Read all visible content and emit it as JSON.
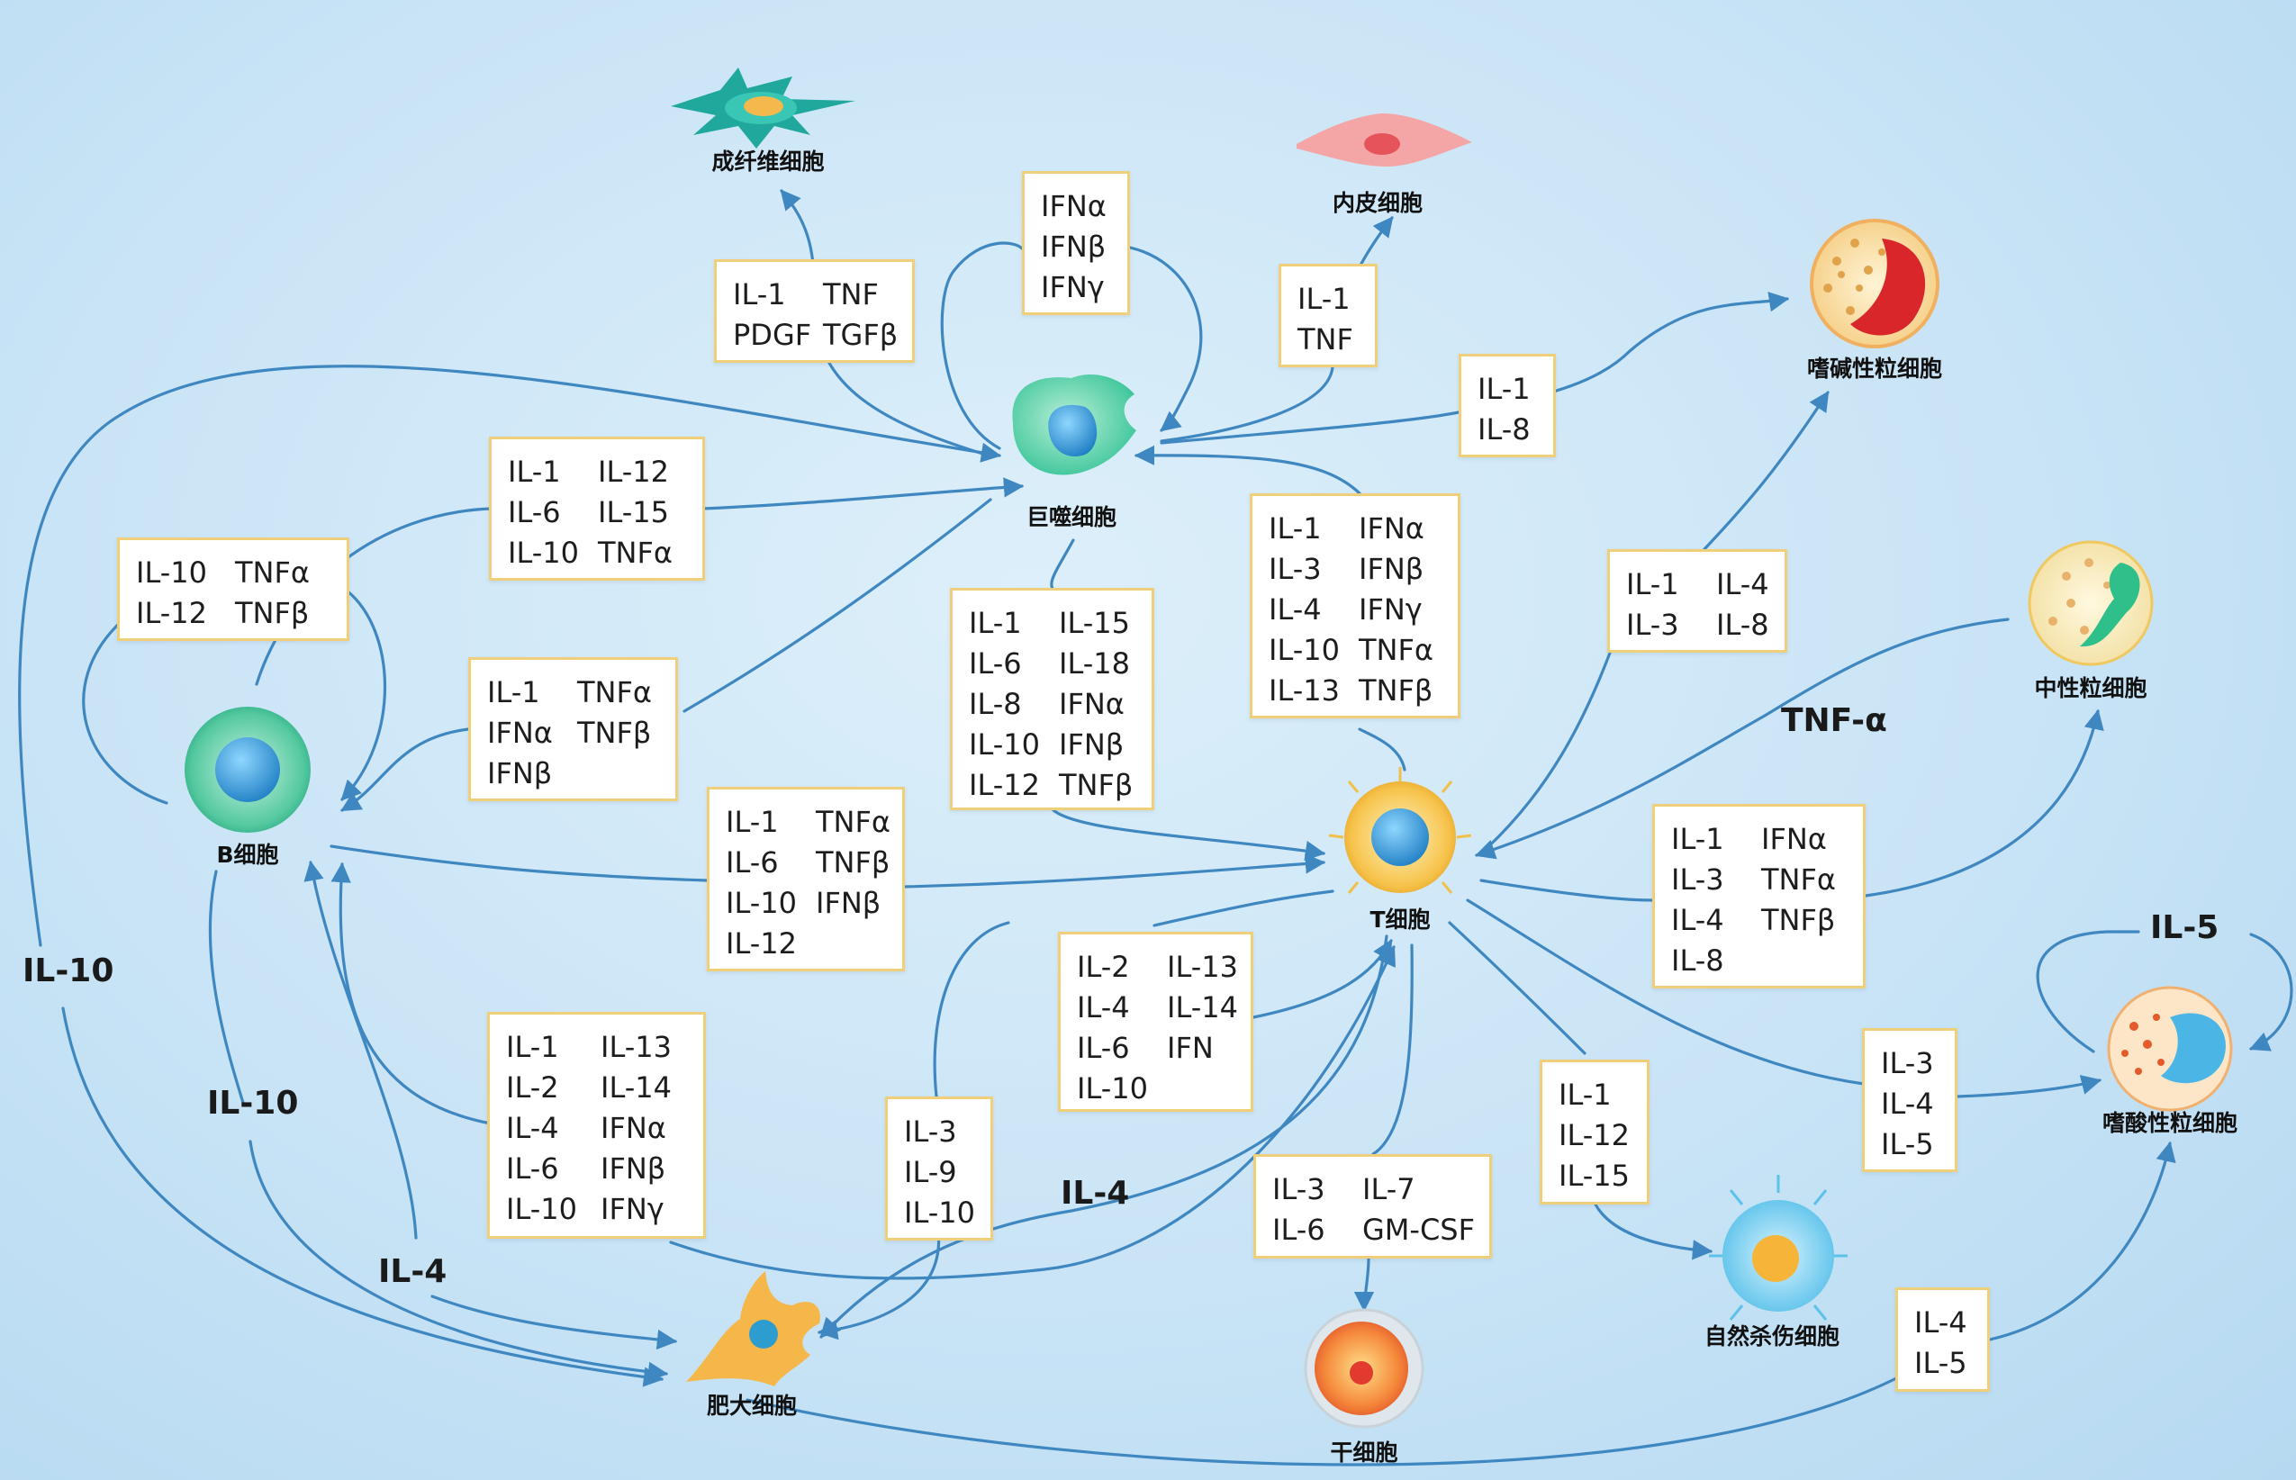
{
  "cells": {
    "fibroblast": "成纤维细胞",
    "endothelial": "内皮细胞",
    "eosinophil": "嗜碱性粒细胞",
    "macrophage": "巨噬细胞",
    "neutrophil": "中性粒细胞",
    "b_cell": "B细胞",
    "t_cell": "T细胞",
    "basophil": "嗜酸性粒细胞",
    "nk_cell": "自然杀伤细胞",
    "mast_cell": "肥大细胞",
    "stem_cell": "干细胞"
  },
  "boxes": {
    "fibro": [
      [
        "IL-1",
        "TNF"
      ],
      [
        "PDGF",
        "TGFβ"
      ]
    ],
    "ifn": [
      [
        "IFNα",
        ""
      ],
      [
        "IFNβ",
        ""
      ],
      [
        "IFNγ",
        ""
      ]
    ],
    "endo": [
      [
        "IL-1",
        ""
      ],
      [
        "TNF",
        ""
      ]
    ],
    "eos": [
      [
        "IL-1",
        ""
      ],
      [
        "IL-8",
        ""
      ]
    ],
    "mac_in": [
      [
        "IL-1",
        "IL-12"
      ],
      [
        "IL-6",
        "IL-15"
      ],
      [
        "IL-10",
        "TNFα"
      ]
    ],
    "b_loop": [
      [
        "IL-10",
        "TNFα"
      ],
      [
        "IL-12",
        "TNFβ"
      ]
    ],
    "b_in": [
      [
        "IL-1",
        "TNFα"
      ],
      [
        "IFNα",
        "TNFβ"
      ],
      [
        "IFNβ",
        ""
      ]
    ],
    "mac_t": [
      [
        "IL-1",
        "IL-15"
      ],
      [
        "IL-6",
        "IL-18"
      ],
      [
        "IL-8",
        "IFNα"
      ],
      [
        "IL-10",
        "IFNβ"
      ],
      [
        "IL-12",
        "TNFβ"
      ]
    ],
    "t_mac": [
      [
        "IL-1",
        "IFNα"
      ],
      [
        "IL-3",
        "IFNβ"
      ],
      [
        "IL-4",
        "IFNγ"
      ],
      [
        "IL-10",
        "TNFα"
      ],
      [
        "IL-13",
        "TNFβ"
      ]
    ],
    "b_t": [
      [
        "IL-1",
        "TNFα"
      ],
      [
        "IL-6",
        "TNFβ"
      ],
      [
        "IL-10",
        "IFNβ"
      ],
      [
        "IL-12",
        ""
      ]
    ],
    "t_eos": [
      [
        "IL-1",
        "IL-4"
      ],
      [
        "IL-3",
        "IL-8"
      ]
    ],
    "t_neu": [
      [
        "IL-1",
        "IFNα"
      ],
      [
        "IL-3",
        "TNFα"
      ],
      [
        "IL-4",
        "TNFβ"
      ],
      [
        "IL-8",
        ""
      ]
    ],
    "mast_t": [
      [
        "IL-2",
        "IL-13"
      ],
      [
        "IL-4",
        "IL-14"
      ],
      [
        "IL-6",
        "IFN"
      ],
      [
        "IL-10",
        ""
      ]
    ],
    "mast_b": [
      [
        "IL-1",
        "IL-13"
      ],
      [
        "IL-2",
        "IL-14"
      ],
      [
        "IL-4",
        "IFNα"
      ],
      [
        "IL-6",
        "IFNβ"
      ],
      [
        "IL-10",
        "IFNγ"
      ]
    ],
    "mast_only": [
      [
        "IL-3",
        ""
      ],
      [
        "IL-9",
        ""
      ],
      [
        "IL-10",
        ""
      ]
    ],
    "stem": [
      [
        "IL-3",
        "IL-7"
      ],
      [
        "IL-6",
        "GM-CSF"
      ]
    ],
    "nk": [
      [
        "IL-1",
        ""
      ],
      [
        "IL-12",
        ""
      ],
      [
        "IL-15",
        ""
      ]
    ],
    "baso": [
      [
        "IL-3",
        ""
      ],
      [
        "IL-4",
        ""
      ],
      [
        "IL-5",
        ""
      ]
    ],
    "baso2": [
      [
        "IL-4",
        ""
      ],
      [
        "IL-5",
        ""
      ]
    ]
  },
  "labels": {
    "tnf_a": "TNF-α",
    "il5": "IL-5",
    "il10_left": "IL-10",
    "il10_mid": "IL-10",
    "il4_left": "IL-4",
    "il4_mid": "IL-4"
  },
  "colors": {
    "arrow": "#3f87c0",
    "box_border": "#f0cf7a",
    "background": "#c9e4f6"
  }
}
